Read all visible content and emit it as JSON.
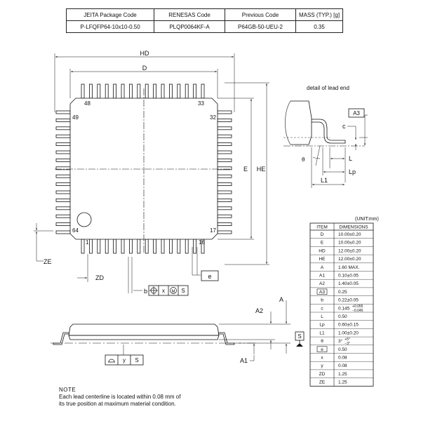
{
  "package_table": {
    "headers": [
      "JEITA Package Code",
      "RENESAS Code",
      "Previous Code",
      "MASS (TYP.) [g]"
    ],
    "row": [
      "P-LFQFP64-10x10-0.50",
      "PLQP0064KF-A",
      "P64GB-50-UEU-2",
      "0.35"
    ]
  },
  "top_view": {
    "dim_hd": "HD",
    "dim_d": "D",
    "dim_e": "E",
    "dim_he": "HE",
    "dim_ze": "ZE",
    "dim_zd": "ZD",
    "pin_48": "48",
    "pin_33": "33",
    "pin_49": "49",
    "pin_32": "32",
    "pin_64": "64",
    "pin_17": "17",
    "pin_1": "1",
    "pin_16": "16",
    "frame_e": "e",
    "frame_b": "b",
    "frame_x": "x",
    "frame_m": "M",
    "frame_s": "S"
  },
  "side_view": {
    "dim_a": "A",
    "dim_a2": "A2",
    "dim_a1": "A1",
    "datum_s": "S",
    "frame_y": "y",
    "frame_s": "S"
  },
  "lead_detail": {
    "title": "detail of lead end",
    "label_a3": "A3",
    "label_c": "c",
    "label_theta": "θ",
    "label_l": "L",
    "label_lp": "Lp",
    "label_l1": "L1"
  },
  "dimensions": {
    "unit_label": "(UNIT:mm)",
    "col_item": "ITEM",
    "col_dim": "DIMENSIONS",
    "rows": [
      {
        "item": "D",
        "value": "10.00±0.20"
      },
      {
        "item": "E",
        "value": "10.00±0.20"
      },
      {
        "item": "HD",
        "value": "12.00±0.20"
      },
      {
        "item": "HE",
        "value": "12.00±0.20"
      },
      {
        "item": "A",
        "value": "1.60 MAX."
      },
      {
        "item": "A1",
        "value": "0.10±0.05"
      },
      {
        "item": "A2",
        "value": "1.40±0.05"
      },
      {
        "item": "A3",
        "value": "0.25"
      },
      {
        "item": "b",
        "value": "0.22±0.05"
      },
      {
        "item": "c",
        "value": "0.145",
        "sup": "+0.055",
        "sub": "−0.045"
      },
      {
        "item": "L",
        "value": "0.50"
      },
      {
        "item": "Lp",
        "value": "0.60±0.15"
      },
      {
        "item": "L1",
        "value": "1.00±0.20"
      },
      {
        "item": "θ",
        "value": "3°",
        "sup": "+5°",
        "sub": "−3°"
      },
      {
        "item": "e",
        "value": "0.50"
      },
      {
        "item": "x",
        "value": "0.08"
      },
      {
        "item": "y",
        "value": "0.08"
      },
      {
        "item": "ZD",
        "value": "1.25"
      },
      {
        "item": "ZE",
        "value": "1.25"
      }
    ]
  },
  "note": {
    "title": "NOTE",
    "line1": "Each lead centerline is located within 0.08 mm of",
    "line2": "its true position at maximum material condition."
  }
}
